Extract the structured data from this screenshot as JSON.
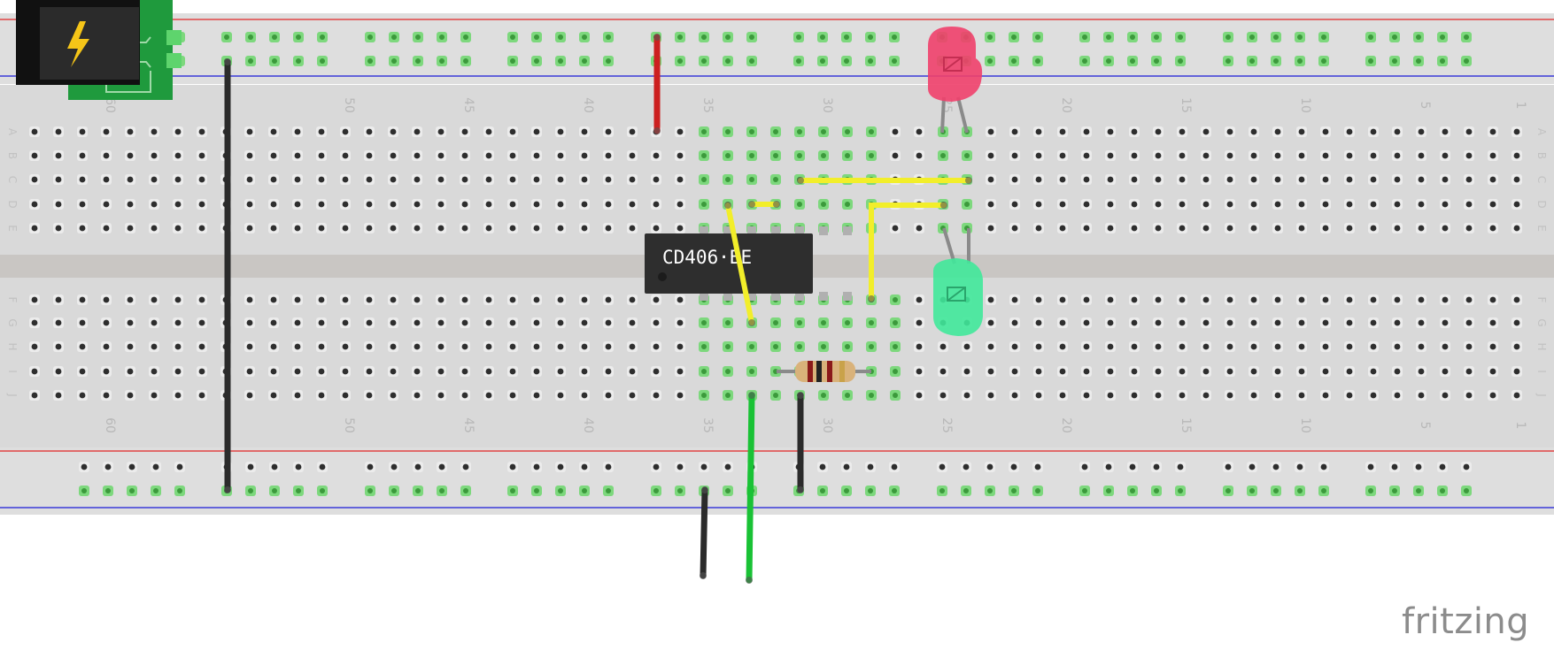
{
  "ic": {
    "label": "CD406·BE"
  },
  "brand": {
    "text": "fritzing"
  },
  "column_numbers": [
    "60",
    "50",
    "45",
    "40",
    "35",
    "30",
    "25",
    "20",
    "15",
    "10",
    "5",
    "1"
  ],
  "row_letters_top": [
    "A",
    "B",
    "C",
    "D",
    "E"
  ],
  "row_letters_bottom": [
    "F",
    "G",
    "H",
    "I",
    "J"
  ],
  "components": [
    {
      "name": "power-jack",
      "icon": "lightning-icon"
    },
    {
      "name": "red-led",
      "color": "#f0406b"
    },
    {
      "name": "green-led",
      "color": "#40e89a"
    },
    {
      "name": "resistor",
      "bands": [
        "#8b1a1a",
        "#222222",
        "#8b1a1a",
        "#c9a24a"
      ]
    }
  ],
  "colors": {
    "board": "#d9d9d9",
    "rail_red": "#e04545",
    "rail_blue": "#3a3ad8",
    "wire_red": "#cc1f1f",
    "wire_black": "#2b2b2b",
    "wire_yellow": "#f2ee2a",
    "wire_green": "#19c235",
    "ic_body": "#2e2e2e"
  }
}
